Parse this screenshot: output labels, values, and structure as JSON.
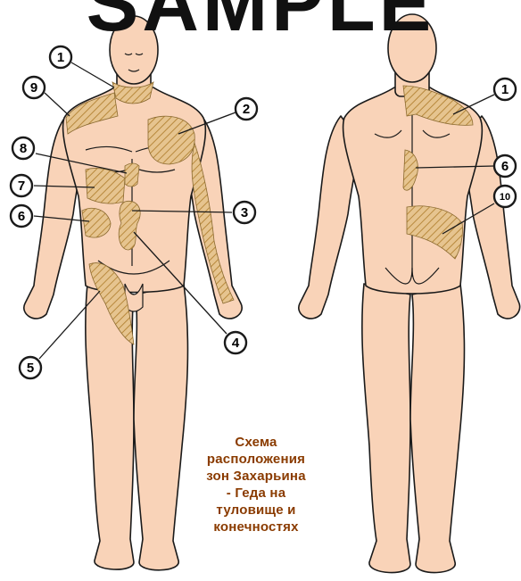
{
  "watermark": "SAMPLE",
  "caption": [
    "Схема",
    "расположения",
    "зон Захарьина",
    "- Геда на",
    "туловище и",
    "конечностях"
  ],
  "front_labels": [
    "1",
    "9",
    "2",
    "8",
    "7",
    "3",
    "6",
    "4",
    "5"
  ],
  "back_labels": [
    "1",
    "6",
    "10"
  ],
  "colors": {
    "skin": "#f9d3b8",
    "outline": "#1a1a1a",
    "zone_fill": "#e6c48f",
    "zone_hatch": "#b8893d",
    "caption": "#8a3b00"
  }
}
